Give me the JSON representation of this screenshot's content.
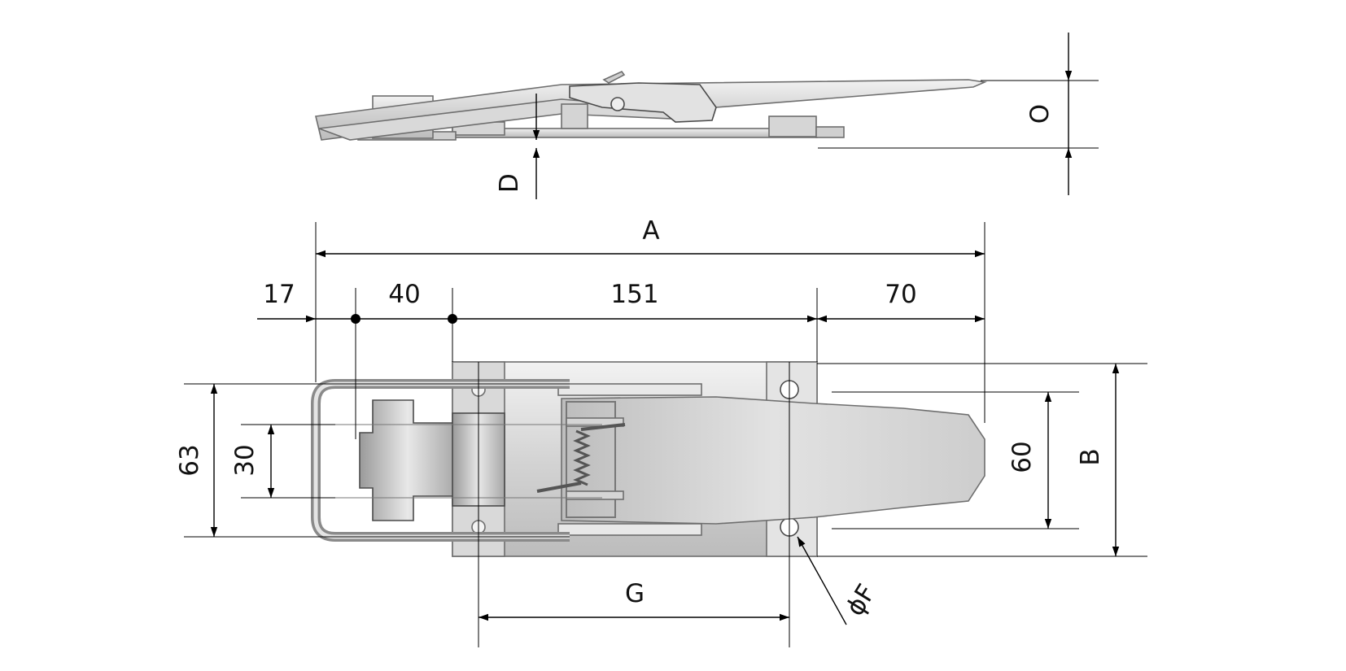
{
  "drawing": {
    "dimensions": {
      "A": "A",
      "B": "B",
      "D": "D",
      "O": "O",
      "G": "G",
      "F": "ϕF",
      "d17": "17",
      "d40": "40",
      "d151": "151",
      "d70": "70",
      "d63": "63",
      "d30": "30",
      "d60": "60"
    },
    "colors": {
      "line": "#000000",
      "part_fill_light": "#e6e6e6",
      "part_fill_mid": "#cfcfcf",
      "part_edge": "#6e6e6e"
    }
  }
}
